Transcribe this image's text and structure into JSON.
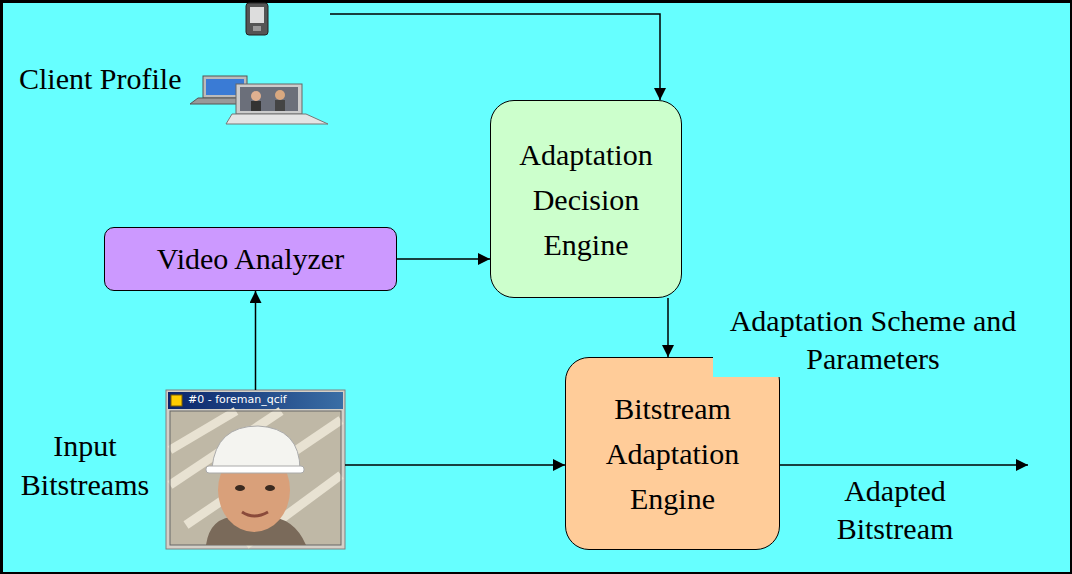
{
  "diagram": {
    "nodes": [
      {
        "text": [
          "Client Profile"
        ]
      },
      {
        "text": [
          "Adaptation Decision Engine"
        ]
      },
      {
        "text": [
          "Video Analyzer"
        ]
      },
      {
        "text": [
          "Input Bitstreams",
          "#0 - foreman_qcif"
        ]
      },
      {
        "text": [
          "Bitstream Adaptation Engine"
        ]
      }
    ],
    "edges": [
      {
        "from": 0,
        "to": 1,
        "arrow": "to"
      },
      {
        "from": 2,
        "to": 1,
        "arrow": "to"
      },
      {
        "from": 3,
        "to": 2,
        "arrow": "to"
      },
      {
        "from": 3,
        "to": 4,
        "arrow": "to"
      },
      {
        "from": 1,
        "to": 4,
        "arrow": "to",
        "label": "Adaptation Scheme and Parameters"
      }
    ],
    "labels": [
      "Adapted Bitstream"
    ]
  }
}
